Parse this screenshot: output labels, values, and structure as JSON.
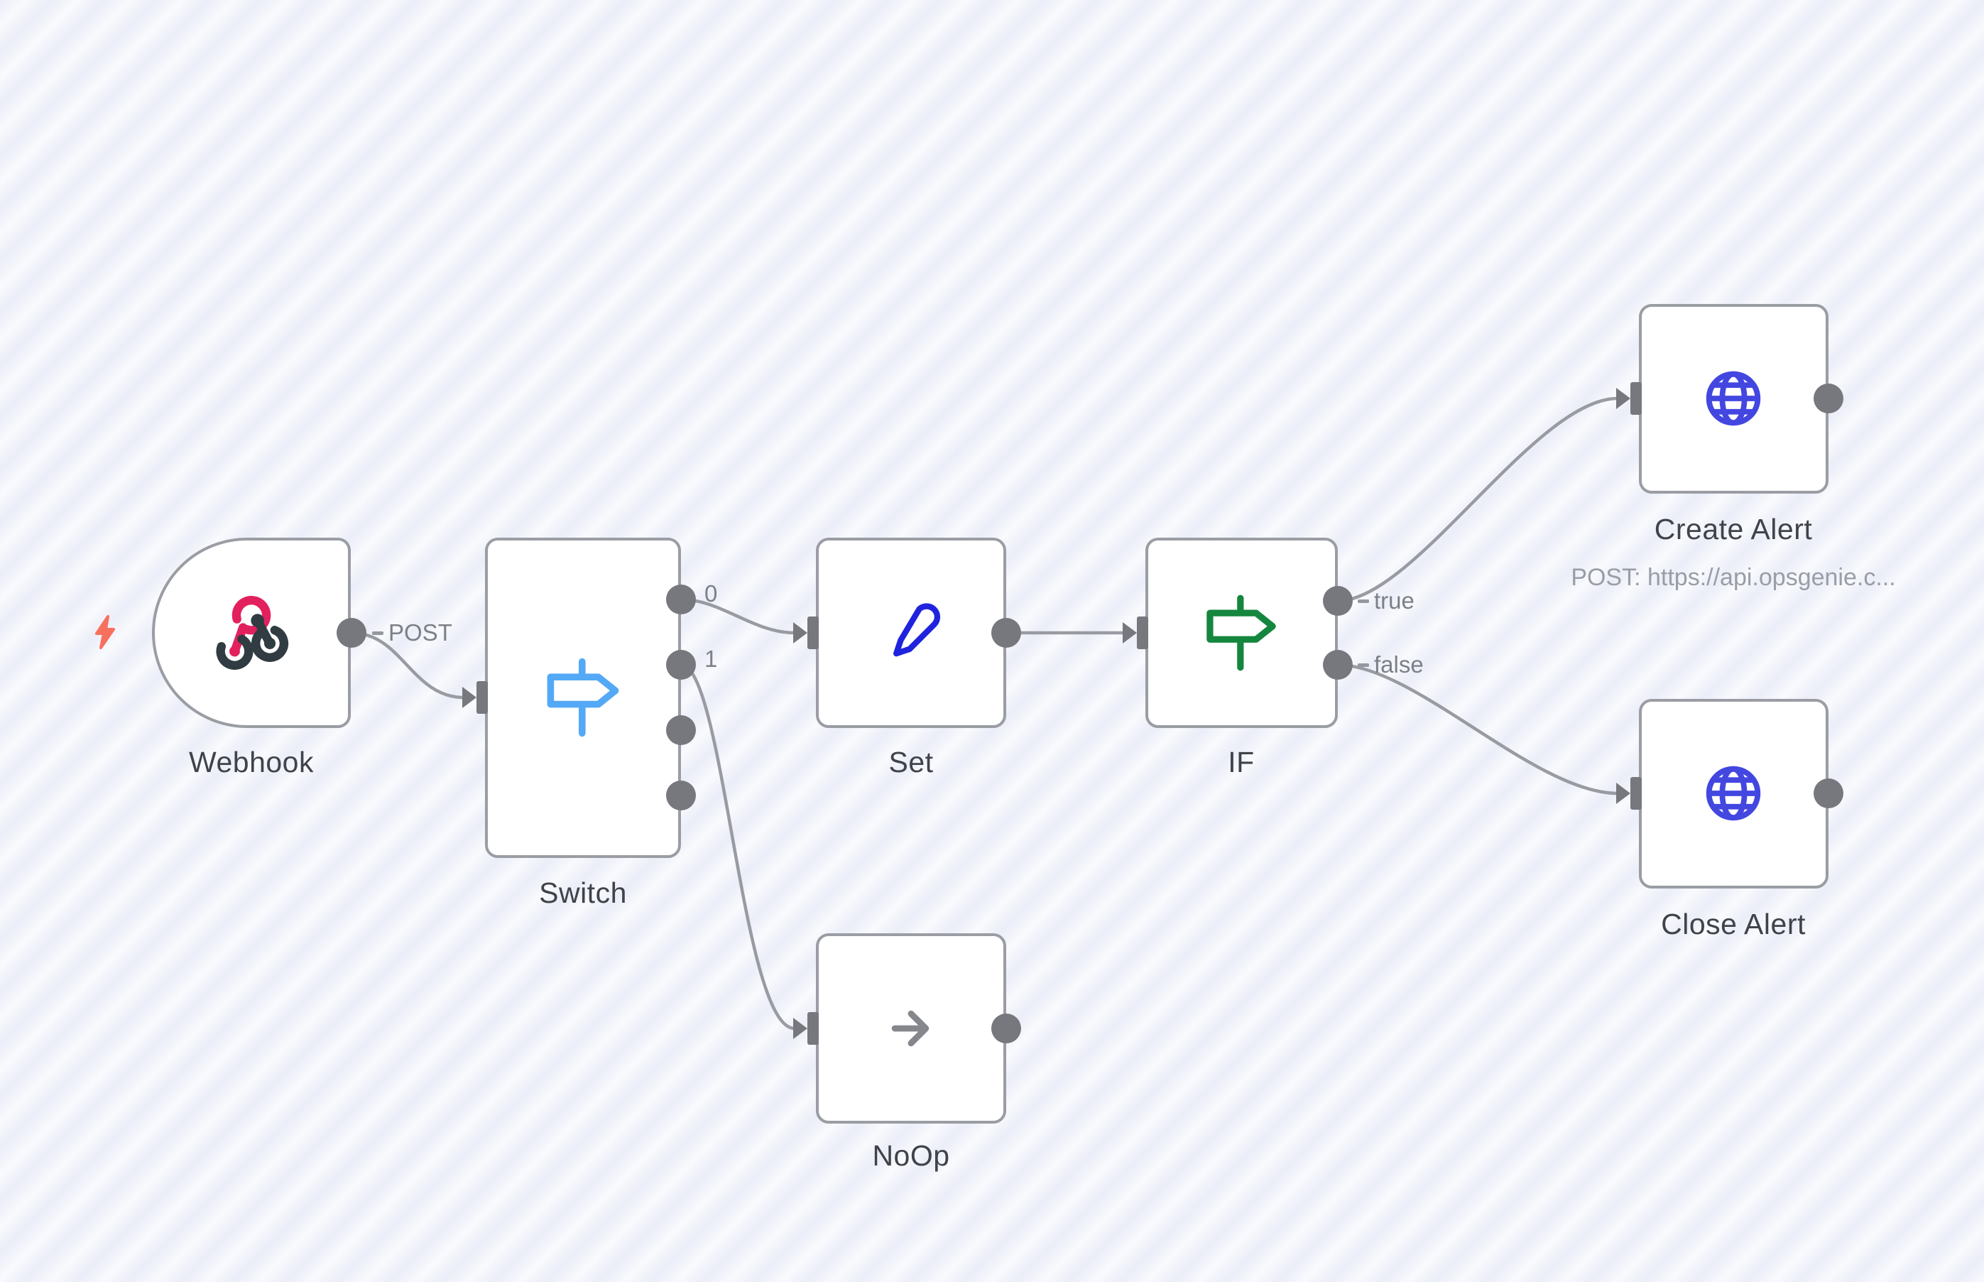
{
  "workflow": {
    "nodes": {
      "webhook": {
        "label": "Webhook",
        "output_label": "POST"
      },
      "switch": {
        "label": "Switch",
        "output_labels": [
          "0",
          "1"
        ]
      },
      "set": {
        "label": "Set"
      },
      "if": {
        "label": "IF",
        "output_labels": [
          "true",
          "false"
        ]
      },
      "create_alert": {
        "label": "Create Alert",
        "sublabel": "POST: https://api.opsgenie.c..."
      },
      "close_alert": {
        "label": "Close Alert"
      },
      "noop": {
        "label": "NoOp"
      }
    },
    "icons": {
      "webhook": "webhook-icon",
      "switch": "signpost-icon",
      "set": "pencil-icon",
      "if": "signpost-icon",
      "create_alert": "globe-icon",
      "close_alert": "globe-icon",
      "noop": "arrow-right-icon",
      "trigger": "lightning-icon"
    },
    "colors": {
      "canvas_stripe": "#ebedf8",
      "canvas_base": "#f9fafd",
      "node_border": "#9a9da3",
      "connector_gray": "#76787d",
      "edge_gray": "#989ba1",
      "node_label": "#3f434a",
      "port_label": "#7c8087",
      "sublabel_gray": "#999da6",
      "webhook_pink": "#e3205e",
      "webhook_dark": "#303c42",
      "switch_blue": "#54a9f6",
      "if_green": "#15863e",
      "set_blue": "#2023dd",
      "globe_indigo": "#4347e0",
      "noop_gray": "#85878c",
      "bolt_coral": "#f7705d"
    }
  }
}
